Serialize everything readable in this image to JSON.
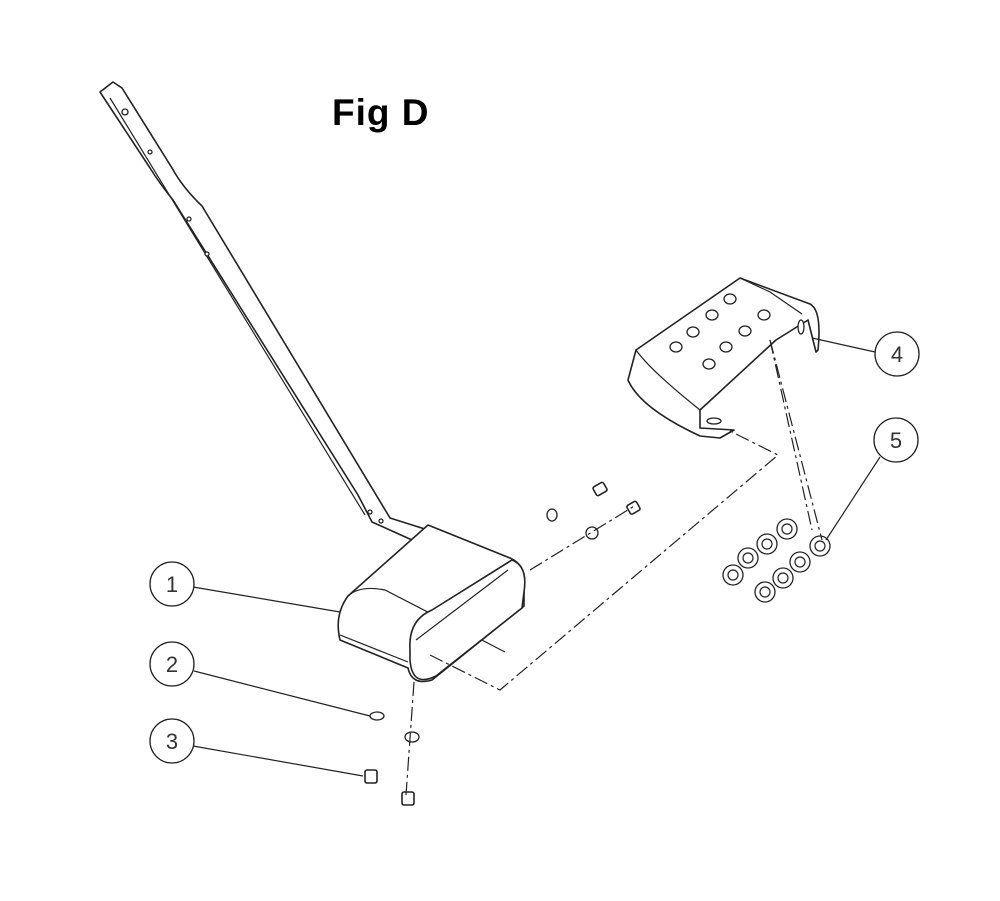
{
  "title": "Fig D",
  "callouts": [
    {
      "label": "1"
    },
    {
      "label": "2"
    },
    {
      "label": "3"
    },
    {
      "label": "4"
    },
    {
      "label": "5"
    }
  ]
}
